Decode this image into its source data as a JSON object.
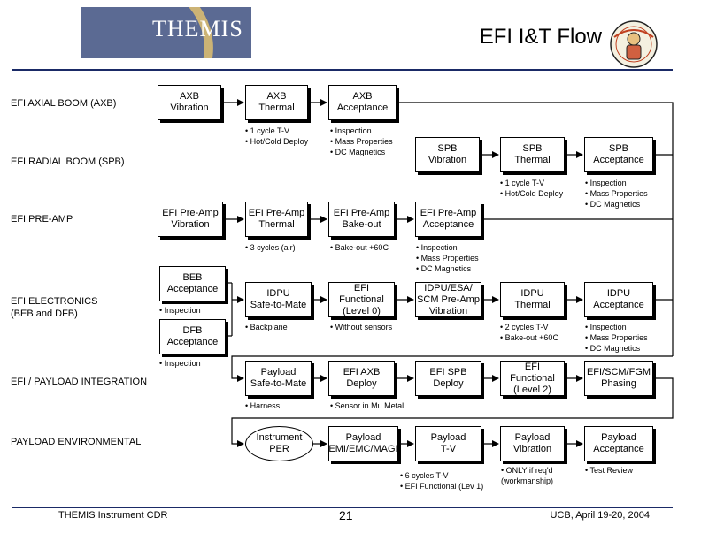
{
  "header": {
    "logo_text": "THEMIS",
    "title": "EFI I&T Flow"
  },
  "rows": {
    "axb": "EFI AXIAL BOOM (AXB)",
    "spb": "EFI RADIAL BOOM (SPB)",
    "preamp": "EFI PRE-AMP",
    "electronics": "EFI ELECTRONICS\n(BEB and DFB)",
    "integration": "EFI / PAYLOAD INTEGRATION",
    "environmental": "PAYLOAD ENVIRONMENTAL"
  },
  "boxes": {
    "axb_vibration": "AXB\nVibration",
    "axb_thermal": "AXB\nThermal",
    "axb_acceptance": "AXB\nAcceptance",
    "spb_vibration": "SPB\nVibration",
    "spb_thermal": "SPB\nThermal",
    "spb_acceptance": "SPB\nAcceptance",
    "preamp_vibration": "EFI Pre-Amp\nVibration",
    "preamp_thermal": "EFI Pre-Amp\nThermal",
    "preamp_bakeout": "EFI Pre-Amp\nBake-out",
    "preamp_acceptance": "EFI Pre-Amp\nAcceptance",
    "beb_acceptance": "BEB\nAcceptance",
    "dfb_acceptance": "DFB\nAcceptance",
    "idpu_safe_to_mate": "IDPU\nSafe-to-Mate",
    "efi_functional_0": "EFI\nFunctional\n(Level 0)",
    "idpu_esa_scm_vibration": "IDPU/ESA/\nSCM Pre-Amp\nVibration",
    "idpu_thermal": "IDPU\nThermal",
    "idpu_acceptance": "IDPU\nAcceptance",
    "payload_safe_to_mate": "Payload\nSafe-to-Mate",
    "efi_axb_deploy": "EFI AXB\nDeploy",
    "efi_spb_deploy": "EFI SPB\nDeploy",
    "efi_functional_2": "EFI\nFunctional\n(Level 2)",
    "efi_scm_fgm_phasing": "EFI/SCM/FGM\nPhasing",
    "instrument_per": "Instrument\nPER",
    "payload_emi": "Payload\nEMI/EMC/MAGI",
    "payload_tv": "Payload\nT-V",
    "payload_vibration": "Payload\nVibration",
    "payload_acceptance": "Payload\nAcceptance"
  },
  "notes": {
    "axb_thermal": "• 1 cycle T-V\n• Hot/Cold Deploy",
    "axb_acceptance": "• Inspection\n• Mass Properties\n• DC Magnetics",
    "spb_thermal": "• 1 cycle T-V\n• Hot/Cold Deploy",
    "spb_acceptance": "• Inspection\n• Mass Properties\n• DC Magnetics",
    "preamp_thermal": "• 3 cycles (air)",
    "preamp_bakeout": "• Bake-out +60C",
    "preamp_acceptance": "• Inspection\n• Mass Properties\n• DC Magnetics",
    "beb_acceptance": "• Inspection",
    "dfb_acceptance": "• Inspection",
    "idpu_safe_to_mate": "• Backplane",
    "efi_functional_0": "• Without sensors",
    "idpu_thermal": "• 2 cycles T-V\n• Bake-out +60C",
    "idpu_acceptance": "• Inspection\n• Mass Properties\n• DC Magnetics",
    "payload_safe_to_mate": "• Harness",
    "efi_axb_deploy": "• Sensor in Mu Metal",
    "payload_tv": "• 6 cycles T-V\n• EFI Functional (Lev 1)",
    "payload_vibration": "• ONLY if req'd\n  (workmanship)",
    "payload_acceptance": "• Test Review"
  },
  "footer": {
    "left": "THEMIS Instrument CDR",
    "page": "21",
    "right": "UCB, April 19-20, 2004"
  }
}
